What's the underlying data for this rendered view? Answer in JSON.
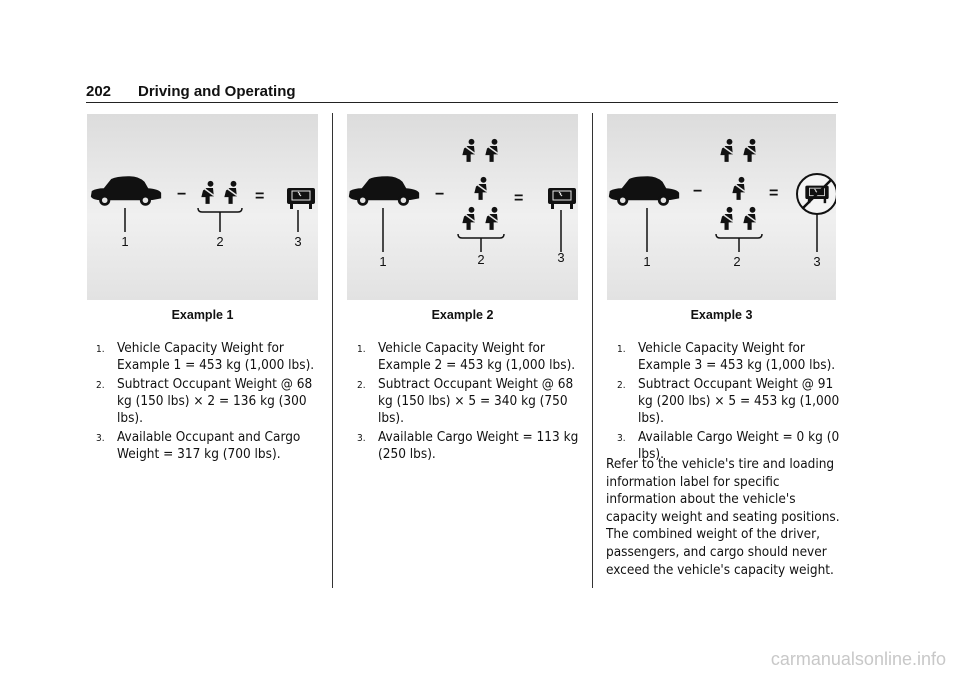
{
  "header": {
    "page_number": "202",
    "section_title": "Driving and Operating"
  },
  "examples": [
    {
      "caption": "Example 1",
      "callouts": [
        "1",
        "2",
        "3"
      ],
      "operators": [
        "−",
        "="
      ],
      "items": [
        {
          "num": "1.",
          "text": "Vehicle Capacity Weight for Example 1 = 453 kg (1,000 lbs)."
        },
        {
          "num": "2.",
          "text": "Subtract Occupant Weight @ 68 kg (150 lbs) × 2 = 136 kg (300 lbs)."
        },
        {
          "num": "3.",
          "text": "Available Occupant and Cargo Weight = 317 kg (700 lbs)."
        }
      ]
    },
    {
      "caption": "Example 2",
      "callouts": [
        "1",
        "2",
        "3"
      ],
      "operators": [
        "−",
        "="
      ],
      "items": [
        {
          "num": "1.",
          "text": "Vehicle Capacity Weight for Example 2 = 453 kg (1,000 lbs)."
        },
        {
          "num": "2.",
          "text": "Subtract Occupant Weight @ 68 kg (150 lbs) × 5 = 340 kg (750 lbs)."
        },
        {
          "num": "3.",
          "text": "Available Cargo Weight = 113 kg (250 lbs)."
        }
      ]
    },
    {
      "caption": "Example 3",
      "callouts": [
        "1",
        "2",
        "3"
      ],
      "operators": [
        "−",
        "="
      ],
      "items": [
        {
          "num": "1.",
          "text": "Vehicle Capacity Weight for Example 3 = 453 kg (1,000 lbs)."
        },
        {
          "num": "2.",
          "text": "Subtract Occupant Weight @ 91 kg (200 lbs) × 5 = 453 kg (1,000 lbs)."
        },
        {
          "num": "3.",
          "text": "Available Cargo Weight = 0 kg (0 lbs)."
        }
      ]
    }
  ],
  "paragraph": "Refer to the vehicle's tire and loading information label for specific information about the vehicle's capacity weight and seating positions. The combined weight of the driver, passengers, and cargo should never exceed the vehicle's capacity weight.",
  "watermark": "carmanualsonline.info"
}
